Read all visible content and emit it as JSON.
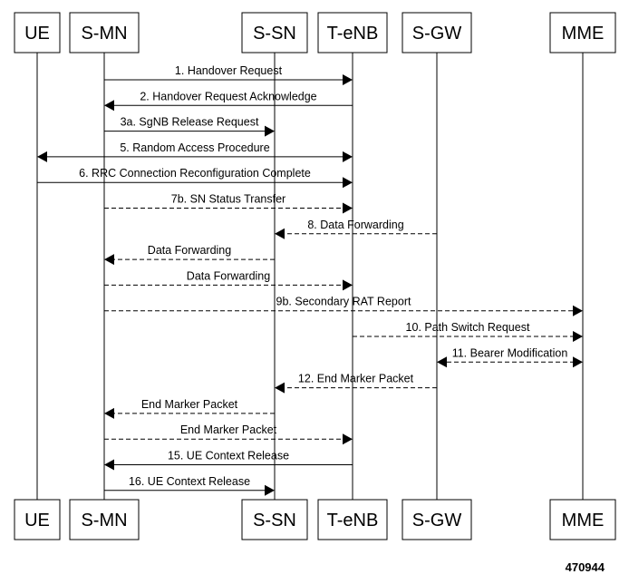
{
  "participants": [
    {
      "id": "ue",
      "label": "UE"
    },
    {
      "id": "smn",
      "label": "S-MN"
    },
    {
      "id": "ssn",
      "label": "S-SN"
    },
    {
      "id": "tenb",
      "label": "T-eNB"
    },
    {
      "id": "sgw",
      "label": "S-GW"
    },
    {
      "id": "mme",
      "label": "MME"
    }
  ],
  "messages": [
    {
      "label": "1. Handover Request",
      "from": "smn",
      "to": "tenb",
      "style": "solid"
    },
    {
      "label": "2. Handover Request Acknowledge",
      "from": "tenb",
      "to": "smn",
      "style": "solid"
    },
    {
      "label": "3a. SgNB Release Request",
      "from": "smn",
      "to": "ssn",
      "style": "solid"
    },
    {
      "label": "5. Random Access Procedure",
      "from": "ue",
      "to": "tenb",
      "style": "solid",
      "bidirectional": true
    },
    {
      "label": "6. RRC Connection Reconfiguration Complete",
      "from": "ue",
      "to": "tenb",
      "style": "solid"
    },
    {
      "label": "7b. SN Status Transfer",
      "from": "smn",
      "to": "tenb",
      "style": "dashed"
    },
    {
      "label": "8. Data Forwarding",
      "from": "sgw",
      "to": "ssn",
      "style": "dashed"
    },
    {
      "label": "Data Forwarding",
      "from": "ssn",
      "to": "smn",
      "style": "dashed"
    },
    {
      "label": "Data Forwarding",
      "from": "smn",
      "to": "tenb",
      "style": "dashed"
    },
    {
      "label": "9b. Secondary RAT Report",
      "from": "smn",
      "to": "mme",
      "style": "dashed"
    },
    {
      "label": "10. Path Switch Request",
      "from": "tenb",
      "to": "mme",
      "style": "dashed"
    },
    {
      "label": "11. Bearer Modification",
      "from": "sgw",
      "to": "mme",
      "style": "dashed",
      "bidirectional": true
    },
    {
      "label": "12. End Marker Packet",
      "from": "sgw",
      "to": "ssn",
      "style": "dashed"
    },
    {
      "label": "End Marker Packet",
      "from": "ssn",
      "to": "smn",
      "style": "dashed"
    },
    {
      "label": "End Marker Packet",
      "from": "smn",
      "to": "tenb",
      "style": "dashed"
    },
    {
      "label": "15. UE Context Release",
      "from": "tenb",
      "to": "smn",
      "style": "solid"
    },
    {
      "label": "16. UE Context Release",
      "from": "smn",
      "to": "ssn",
      "style": "solid"
    }
  ],
  "figure_id": "470944"
}
